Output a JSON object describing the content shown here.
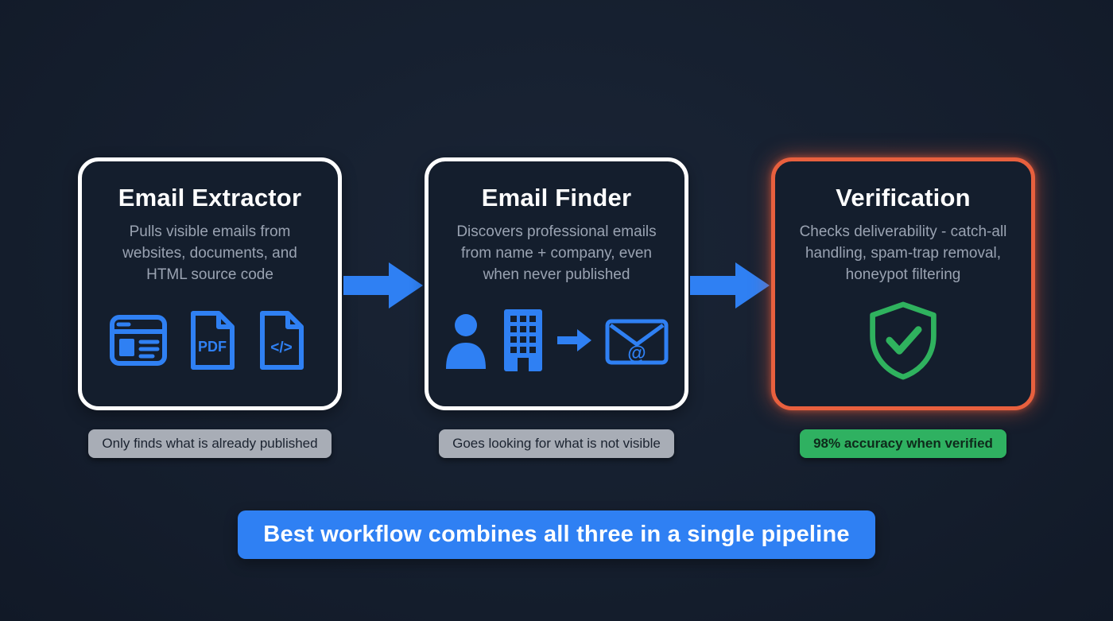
{
  "colors": {
    "background": "#141d2c",
    "card_background": "#141e2d",
    "card_border": "#ffffff",
    "accent_border": "#e8603e",
    "primary_blue": "#2f80f3",
    "shield_green": "#2fb25e",
    "badge_gray": "#a8adb6",
    "badge_green": "#2fb161"
  },
  "cards": [
    {
      "title": "Email Extractor",
      "description": "Pulls visible emails from websites, documents, and HTML source code",
      "icons": [
        "browser-icon",
        "pdf-file-icon",
        "code-file-icon"
      ],
      "pdf_label": "PDF",
      "code_label": "</>",
      "badge": {
        "text": "Only finds what is already published",
        "style": "gray"
      }
    },
    {
      "title": "Email Finder",
      "description": "Discovers professional emails from name + company, even when never published",
      "icons": [
        "person-icon",
        "building-icon",
        "arrow-right-icon",
        "email-at-icon"
      ],
      "at_label": "@",
      "badge": {
        "text": "Goes looking for what is not visible",
        "style": "gray"
      }
    },
    {
      "title": "Verification",
      "description": "Checks deliverability - catch-all handling, spam-trap removal, honeypot filtering",
      "icons": [
        "shield-check-icon"
      ],
      "badge": {
        "text": "98% accuracy when verified",
        "style": "green"
      }
    }
  ],
  "connectors": [
    "flow-arrow",
    "flow-arrow"
  ],
  "banner": {
    "text": "Best workflow combines all three in a single pipeline"
  }
}
